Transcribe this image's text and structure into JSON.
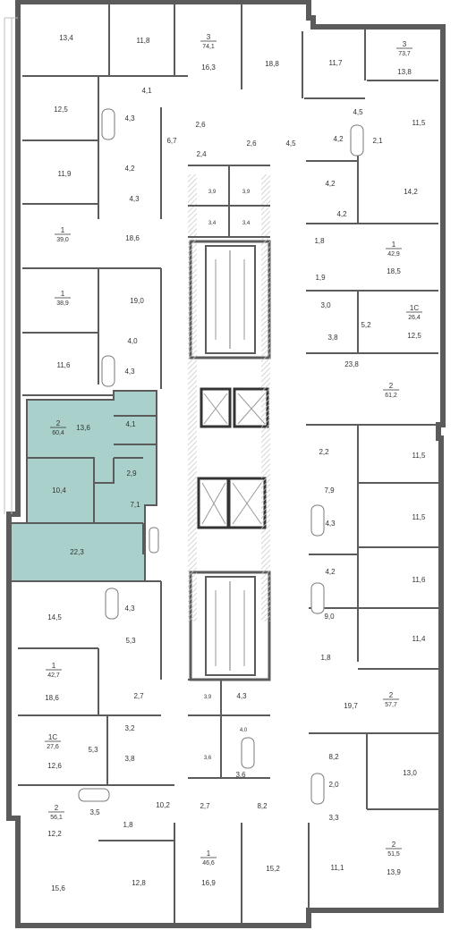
{
  "colors": {
    "wall": "#5b5b5b",
    "wall_light": "#7a7a7a",
    "highlight": "#a9d0cb",
    "hatch": "#c8c8c8",
    "text": "#333333"
  },
  "apartments": [
    {
      "id": "a3-top",
      "num": "3",
      "area": "74,1"
    },
    {
      "id": "a3-right",
      "num": "3",
      "area": "73,7"
    },
    {
      "id": "a1-39",
      "num": "1",
      "area": "39,0"
    },
    {
      "id": "a1-429",
      "num": "1",
      "area": "42,9"
    },
    {
      "id": "a1-389",
      "num": "1",
      "area": "38,9"
    },
    {
      "id": "a1c-264",
      "num": "1С",
      "area": "26,4"
    },
    {
      "id": "a2-612",
      "num": "2",
      "area": "61,2"
    },
    {
      "id": "a2-604",
      "num": "2",
      "area": "60,4",
      "selected": true
    },
    {
      "id": "a1-427",
      "num": "1",
      "area": "42,7"
    },
    {
      "id": "a2-577",
      "num": "2",
      "area": "57,7"
    },
    {
      "id": "a1c-276",
      "num": "1С",
      "area": "27,6"
    },
    {
      "id": "a2-561",
      "num": "2",
      "area": "56,1"
    },
    {
      "id": "a2-515",
      "num": "2",
      "area": "51,5"
    },
    {
      "id": "a1-466",
      "num": "1",
      "area": "46,6"
    }
  ],
  "rooms": [
    "13,4",
    "11,8",
    "16,3",
    "18,8",
    "11,7",
    "13,8",
    "12,5",
    "4,1",
    "4,3",
    "2,6",
    "2,6",
    "6,7",
    "4,5",
    "4,5",
    "4,2",
    "2,1",
    "11,5",
    "11,9",
    "4,2",
    "2,4",
    "4,3",
    "3,9",
    "3,9",
    "4,2",
    "14,2",
    "18,6",
    "3,4",
    "3,4",
    "4,2",
    "1,8",
    "18,5",
    "19,0",
    "1,9",
    "3,0",
    "5,2",
    "12,5",
    "3,8",
    "4,0",
    "11,6",
    "4,3",
    "23,8",
    "13,6",
    "4,1",
    "2,2",
    "11,5",
    "10,4",
    "2,9",
    "7,9",
    "7,1",
    "11,5",
    "22,3",
    "4,3",
    "4,2",
    "11,6",
    "14,5",
    "4,3",
    "9,0",
    "5,3",
    "11,4",
    "18,6",
    "1,8",
    "2,7",
    "3,9",
    "4,3",
    "19,7",
    "4,0",
    "3,2",
    "5,3",
    "3,8",
    "3,6",
    "3,6",
    "8,2",
    "13,0",
    "12,6",
    "2,0",
    "3,5",
    "10,2",
    "2,7",
    "8,2",
    "3,3",
    "12,2",
    "1,8",
    "15,2",
    "11,1",
    "13,9",
    "15,6",
    "12,8",
    "16,9"
  ]
}
